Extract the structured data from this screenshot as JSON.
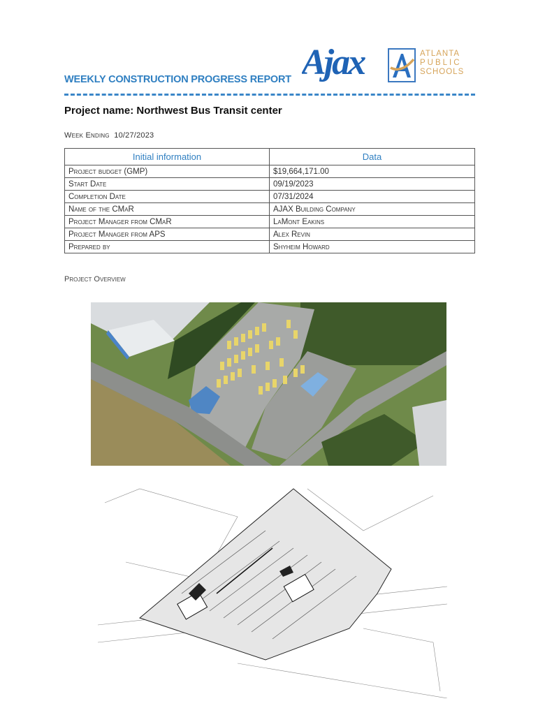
{
  "header": {
    "report_title": "WEEKLY CONSTRUCTION PROGRESS REPORT",
    "project_name": "Project name: Northwest Bus Transit center",
    "week_ending_label": "Week Ending",
    "week_ending_date": "10/27/2023"
  },
  "logos": {
    "contractor": "Ajax",
    "district_lines": [
      "ATLANTA",
      "PUBLIC",
      "SCHOOLS"
    ],
    "district_monogram": "A",
    "colors": {
      "ajax_blue": "#1f63b5",
      "aps_gold": "#d6a45a",
      "aps_blue": "#3b78c0"
    }
  },
  "table": {
    "headers": [
      "Initial information",
      "Data"
    ],
    "rows": [
      {
        "label": "Project budget (GMP)",
        "value": "$19,664,171.00"
      },
      {
        "label": "Start Date",
        "value": "09/19/2023"
      },
      {
        "label": "Completion Date",
        "value": "07/31/2024"
      },
      {
        "label": "Name of the CMaR",
        "value": "AJAX Building Company"
      },
      {
        "label": "Project Manager from CMaR",
        "value": "LaMont Eakins"
      },
      {
        "label": "Project Manager from APS",
        "value": "Alex Revin"
      },
      {
        "label": "Prepared by",
        "value": "Shyheim Howard"
      }
    ]
  },
  "overview": {
    "label": "Project Overview",
    "images": [
      {
        "type": "aerial-rendering",
        "description": "Aerial rendering of bus transit center with parked school buses"
      },
      {
        "type": "site-plan",
        "description": "Site plan drawing of bus parking lot and buildings"
      }
    ]
  },
  "colors": {
    "accent": "#2f7fc1",
    "text": "#222222"
  }
}
